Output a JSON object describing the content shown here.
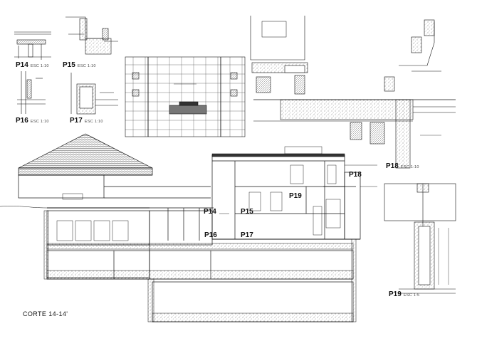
{
  "sheet": {
    "caption": "CORTE  14-14'",
    "details": [
      {
        "id": "P14",
        "label": "P14",
        "scale": "ESC  1:10"
      },
      {
        "id": "P15",
        "label": "P15",
        "scale": "ESC  1:10"
      },
      {
        "id": "P16",
        "label": "P16",
        "scale": "ESC  1:10"
      },
      {
        "id": "P17",
        "label": "P17",
        "scale": "ESC  1:10"
      },
      {
        "id": "P18",
        "label": "P18",
        "scale": "ESC  1:10"
      },
      {
        "id": "P19",
        "label": "P19",
        "scale": "ESC  1:5"
      }
    ],
    "section_callouts": {
      "p14": "P14",
      "p15": "P15",
      "p16": "P16",
      "p17": "P17",
      "p18": "P18",
      "p19": "P19"
    }
  },
  "colors": {
    "line": "#111111",
    "hatch": "#555555",
    "paper": "#ffffff"
  }
}
